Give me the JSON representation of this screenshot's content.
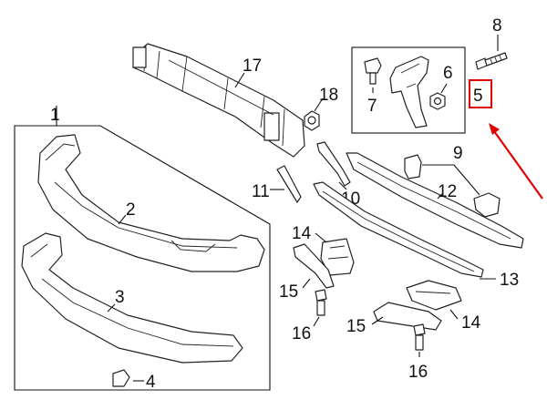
{
  "diagram": {
    "callouts": {
      "c1": "1",
      "c2": "2",
      "c3": "3",
      "c4": "4",
      "c5": "5",
      "c6": "6",
      "c7": "7",
      "c8": "8",
      "c9": "9",
      "c10": "10",
      "c11": "11",
      "c12": "12",
      "c13": "13",
      "c14a": "14",
      "c14b": "14",
      "c15a": "15",
      "c15b": "15",
      "c16a": "16",
      "c16b": "16",
      "c17": "17",
      "c18": "18"
    },
    "highlighted_callout": "5",
    "colors": {
      "line": "#222222",
      "highlight": "#e00000",
      "background": "#ffffff"
    }
  }
}
